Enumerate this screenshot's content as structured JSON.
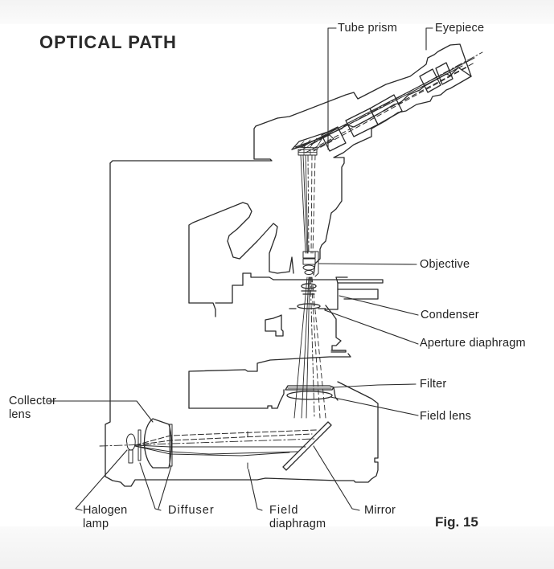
{
  "title": "OPTICAL PATH",
  "figure_label": "Fig. 15",
  "colors": {
    "line": "#2a2a2a",
    "background": "#ffffff"
  },
  "labels": {
    "tube_prism": "Tube prism",
    "eyepiece": "Eyepiece",
    "objective": "Objective",
    "condenser": "Condenser",
    "aperture_diaphragm": "Aperture diaphragm",
    "filter": "Filter",
    "field_lens": "Field lens",
    "collector_lens_line1": "Collector",
    "collector_lens_line2": "lens",
    "halogen_lamp_line1": "Halogen",
    "halogen_lamp_line2": "lamp",
    "diffuser": "Diffuser",
    "field_diaphragm_line1": "Field",
    "field_diaphragm_line2": "diaphragm",
    "mirror": "Mirror"
  }
}
